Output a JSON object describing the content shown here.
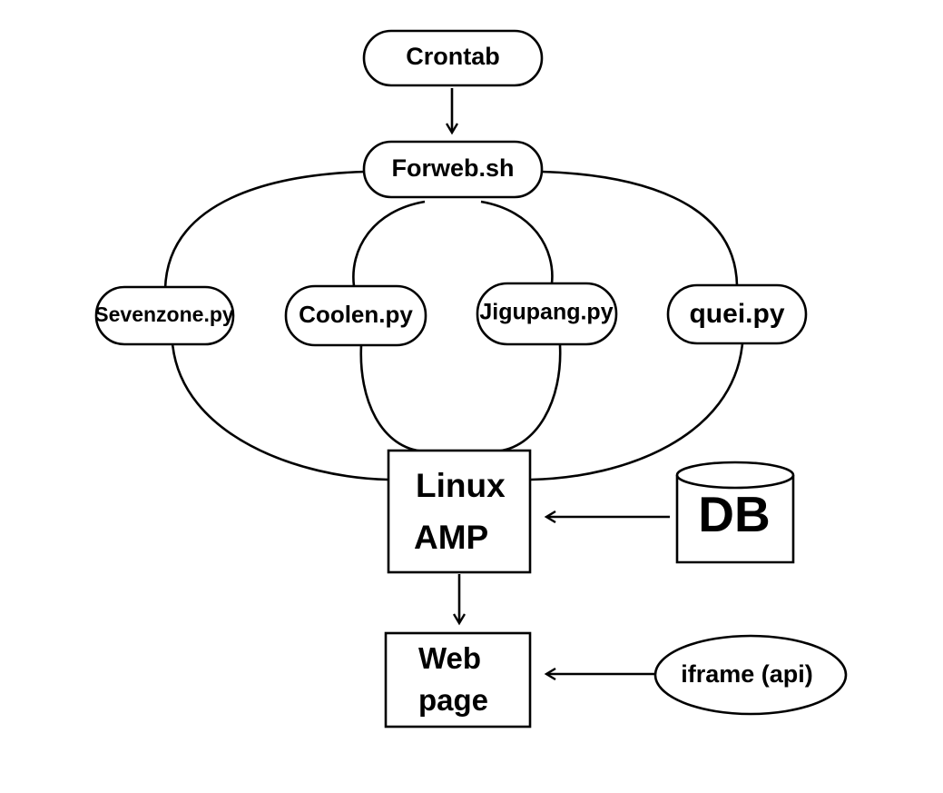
{
  "nodes": {
    "crontab": "Crontab",
    "forweb": "Forweb.sh",
    "sevenzone": "Sevenzone.py",
    "coolen": "Coolen.py",
    "jigupang": "Jigupang.py",
    "quei": "quei.py",
    "linux_amp_line1": "Linux",
    "linux_amp_line2": "AMP",
    "db": "DB",
    "webpage_line1": "Web",
    "webpage_line2": "page",
    "iframe": "iframe (api)"
  }
}
